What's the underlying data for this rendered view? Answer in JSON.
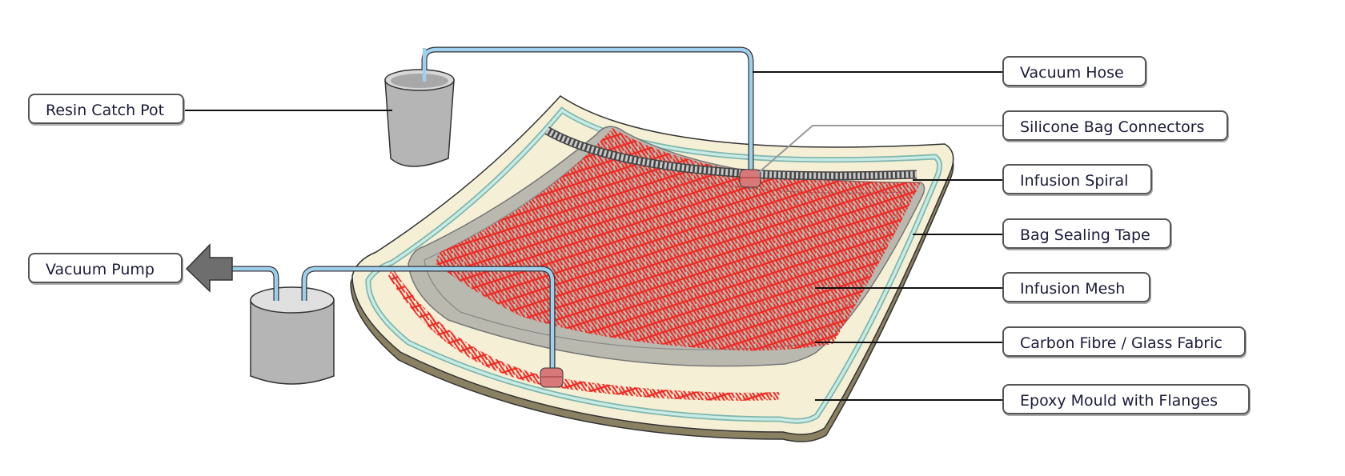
{
  "title": "Vacuum resin infusion setup",
  "labels": {
    "resin_catch_pot": "Resin Catch Pot",
    "vacuum_pump": "Vacuum Pump",
    "vacuum_hose": "Vacuum Hose",
    "silicone_bag_connectors": "Silicone Bag Connectors",
    "infusion_spiral": "Infusion Spiral",
    "bag_sealing_tape": "Bag Sealing Tape",
    "infusion_mesh": "Infusion Mesh",
    "carbon_fibre_glass_fabric": "Carbon Fibre / Glass Fabric",
    "epoxy_mould": "Epoxy Mould with Flanges"
  },
  "colors": {
    "mould": "#f5efd5",
    "mould_edge": "#8a8062",
    "sealing_tape": "#bfe3dc",
    "fabric": "#b9b9b0",
    "mesh": "#ee2a24",
    "hose": "#9fd0ee",
    "connector": "#d87878",
    "pot": "#b5b5b5"
  }
}
